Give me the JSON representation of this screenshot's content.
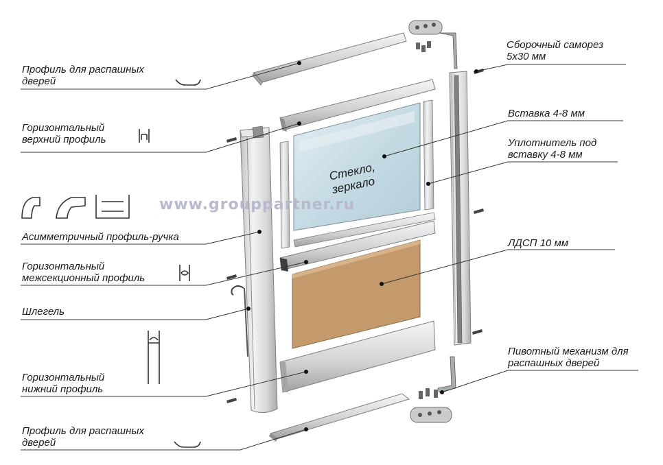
{
  "labels": {
    "swing_profile_top": "Профиль для распашных дверей",
    "horizontal_top_profile": "Горизонтальный верхний профиль",
    "asymmetric_handle_profile": "Асимметричный профиль-ручка",
    "horizontal_intersection_profile": "Горизонтальный межсекционный профиль",
    "schlegel": "Шлегель",
    "horizontal_bottom_profile": "Горизонтальный нижний профиль",
    "swing_profile_bottom": "Профиль для распашных дверей",
    "assembly_screw": "Сборочный саморез 5х30 мм",
    "insert": "Вставка 4-8 мм",
    "seal": "Уплотнитель под вставку 4-8 мм",
    "chipboard": "ЛДСП 10 мм",
    "pivot_mechanism": "Пивотный механизм для распашных дверей"
  },
  "glass_label": "Стекло, зеркало",
  "watermark": "www.grouppartner.ru",
  "colors": {
    "aluminum": "#d9dadb",
    "aluminum_dark": "#9a9c9e",
    "glass": "#c9dde6",
    "chipboard": "#c49a6c",
    "line": "#333333",
    "watermark": "#b9b9cd"
  }
}
